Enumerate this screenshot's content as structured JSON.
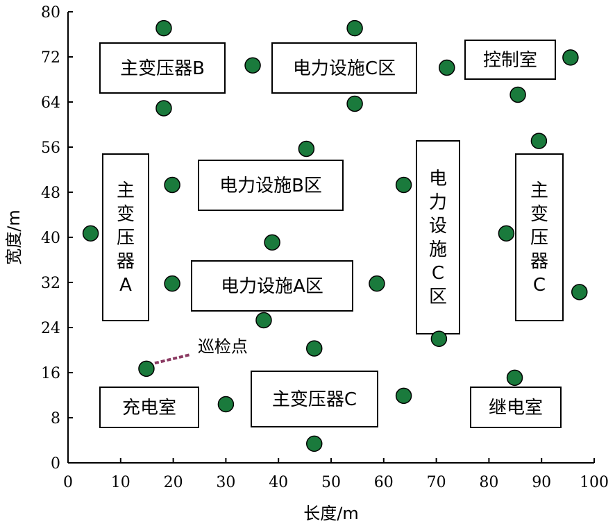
{
  "chart_data": {
    "type": "scatter",
    "xlabel": "长度/m",
    "ylabel": "宽度/m",
    "xlim": [
      0,
      100
    ],
    "ylim": [
      0,
      80
    ],
    "xticks": [
      "0",
      "10",
      "20",
      "30",
      "40",
      "50",
      "60",
      "70",
      "80",
      "90",
      "100"
    ],
    "yticks": [
      "0",
      "8",
      "16",
      "24",
      "32",
      "40",
      "48",
      "56",
      "64",
      "72",
      "80"
    ],
    "point_color": "#1a7a3c",
    "annotation_color": "#8b3a62",
    "points": [
      {
        "x": 18.2,
        "y": 77.1
      },
      {
        "x": 54.5,
        "y": 77.1
      },
      {
        "x": 35.1,
        "y": 70.5
      },
      {
        "x": 72.0,
        "y": 70.1
      },
      {
        "x": 95.5,
        "y": 71.9
      },
      {
        "x": 18.2,
        "y": 62.9
      },
      {
        "x": 54.5,
        "y": 63.7
      },
      {
        "x": 85.5,
        "y": 65.3
      },
      {
        "x": 89.5,
        "y": 57.1
      },
      {
        "x": 45.3,
        "y": 55.7
      },
      {
        "x": 19.8,
        "y": 49.3
      },
      {
        "x": 63.8,
        "y": 49.3
      },
      {
        "x": 4.3,
        "y": 40.7
      },
      {
        "x": 38.8,
        "y": 39.1
      },
      {
        "x": 83.3,
        "y": 40.7
      },
      {
        "x": 19.8,
        "y": 31.8
      },
      {
        "x": 58.7,
        "y": 31.8
      },
      {
        "x": 97.2,
        "y": 30.3
      },
      {
        "x": 37.2,
        "y": 25.3
      },
      {
        "x": 46.8,
        "y": 20.3
      },
      {
        "x": 70.5,
        "y": 22.0
      },
      {
        "x": 14.9,
        "y": 16.7
      },
      {
        "x": 84.9,
        "y": 15.1
      },
      {
        "x": 30.0,
        "y": 10.4
      },
      {
        "x": 63.8,
        "y": 11.9
      },
      {
        "x": 46.8,
        "y": 3.4
      }
    ],
    "annotations": [
      {
        "text": "巡检点",
        "point_index": 21
      }
    ]
  },
  "boxes": [
    {
      "name": "box-main-transformer-b",
      "label": "主变压器B",
      "vertical": false
    },
    {
      "name": "box-power-facility-c-zone-h",
      "label": "电力设施C区",
      "vertical": false
    },
    {
      "name": "box-control-room",
      "label": "控制室",
      "vertical": false
    },
    {
      "name": "box-main-transformer-a",
      "label": "主变压器A",
      "vertical": true
    },
    {
      "name": "box-power-facility-b-zone",
      "label": "电力设施B区",
      "vertical": false
    },
    {
      "name": "box-power-facility-c-zone-v",
      "label": "电力设施C区",
      "vertical": true
    },
    {
      "name": "box-main-transformer-c-v",
      "label": "主变压器C",
      "vertical": true
    },
    {
      "name": "box-power-facility-a-zone",
      "label": "电力设施A区",
      "vertical": false
    },
    {
      "name": "box-charging-room",
      "label": "充电室",
      "vertical": false
    },
    {
      "name": "box-main-transformer-c-h",
      "label": "主变压器C",
      "vertical": false
    },
    {
      "name": "box-relay-room",
      "label": "继电室",
      "vertical": false
    }
  ]
}
